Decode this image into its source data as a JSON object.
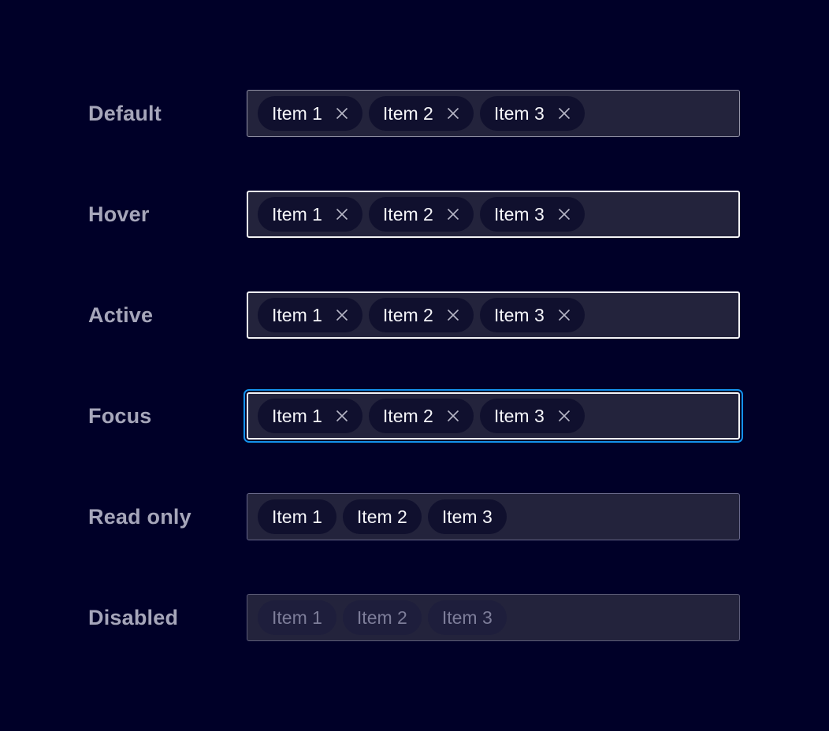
{
  "palette": {
    "page_bg": "#000028",
    "label_text": "#a6a6ba",
    "field_bg": "#23233c",
    "field_border_default": "#9494a8",
    "field_border_strong": "#f4f4f6",
    "field_border_readonly": "#68688a",
    "field_border_disabled": "#5c5c78",
    "focus_ring": "#1491eb",
    "pill_bg": "#10102e",
    "pill_text": "#f4f4f8",
    "pill_bg_disabled": "#1e1e3c",
    "pill_text_disabled": "#7d7d99",
    "close_icon": "#b6b6c6"
  },
  "items": [
    "Item 1",
    "Item 2",
    "Item 3"
  ],
  "rows": [
    {
      "label": "Default",
      "state": "default",
      "closable": true
    },
    {
      "label": "Hover",
      "state": "hover",
      "closable": true
    },
    {
      "label": "Active",
      "state": "active",
      "closable": true
    },
    {
      "label": "Focus",
      "state": "focus",
      "closable": true
    },
    {
      "label": "Read only",
      "state": "readonly",
      "closable": false
    },
    {
      "label": "Disabled",
      "state": "disabled",
      "closable": false
    }
  ]
}
